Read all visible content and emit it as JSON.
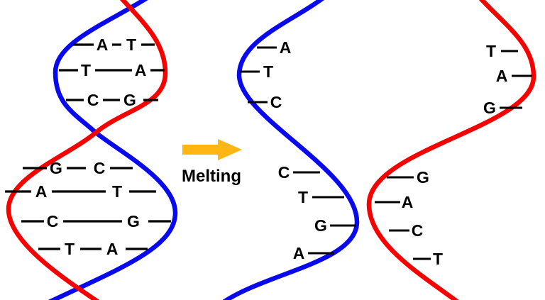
{
  "figure": {
    "arrow_label": "Melting"
  },
  "colors": {
    "blue_strand": "#0909EE",
    "red_strand": "#F60000",
    "arrow": "#FFB612",
    "text": "#000000",
    "background": "#FFFFFF"
  },
  "left_helix": {
    "base_pairs": [
      {
        "left": "A",
        "right": "T"
      },
      {
        "left": "T",
        "right": "A"
      },
      {
        "left": "C",
        "right": "G"
      },
      {
        "left": "G",
        "right": "C"
      },
      {
        "left": "A",
        "right": "T"
      },
      {
        "left": "C",
        "right": "G"
      },
      {
        "left": "T",
        "right": "A"
      }
    ]
  },
  "separated_blue_strand": {
    "bases": [
      "A",
      "T",
      "C",
      "C",
      "T",
      "G",
      "A"
    ]
  },
  "separated_red_strand": {
    "bases": [
      "T",
      "A",
      "G",
      "G",
      "A",
      "C",
      "T"
    ]
  }
}
